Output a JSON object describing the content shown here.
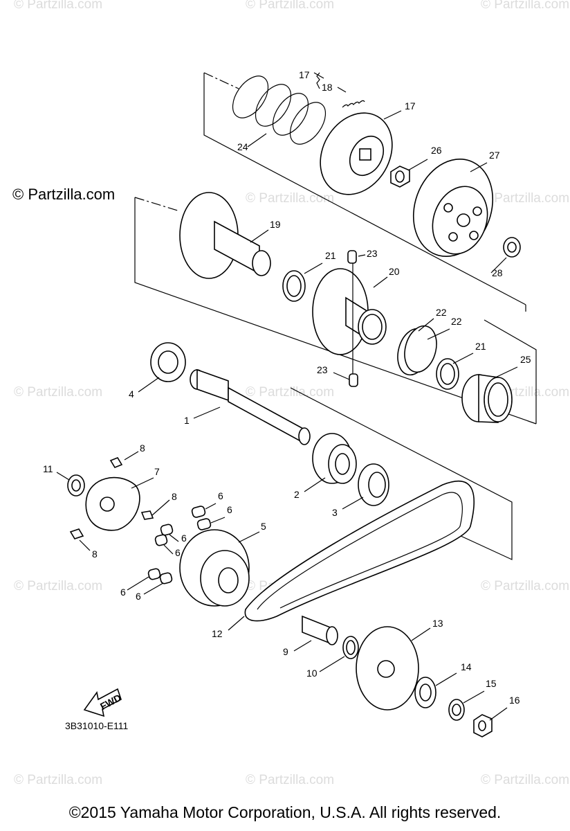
{
  "watermark": "© Partzilla.com",
  "copyright_mark": "© Partzilla.com",
  "footer": "©2015  Yamaha Motor Corporation, U.S.A. All rights reserved.",
  "diagram_code": "3B31010-E111",
  "fwd_label": "FWD",
  "callouts": [
    "1",
    "2",
    "3",
    "4",
    "5",
    "6",
    "6",
    "6",
    "6",
    "6",
    "6",
    "7",
    "8",
    "8",
    "8",
    "9",
    "10",
    "11",
    "12",
    "13",
    "14",
    "15",
    "16",
    "17",
    "18",
    "17",
    "19",
    "20",
    "21",
    "21",
    "22",
    "22",
    "23",
    "23",
    "24",
    "25",
    "26",
    "27",
    "28"
  ]
}
